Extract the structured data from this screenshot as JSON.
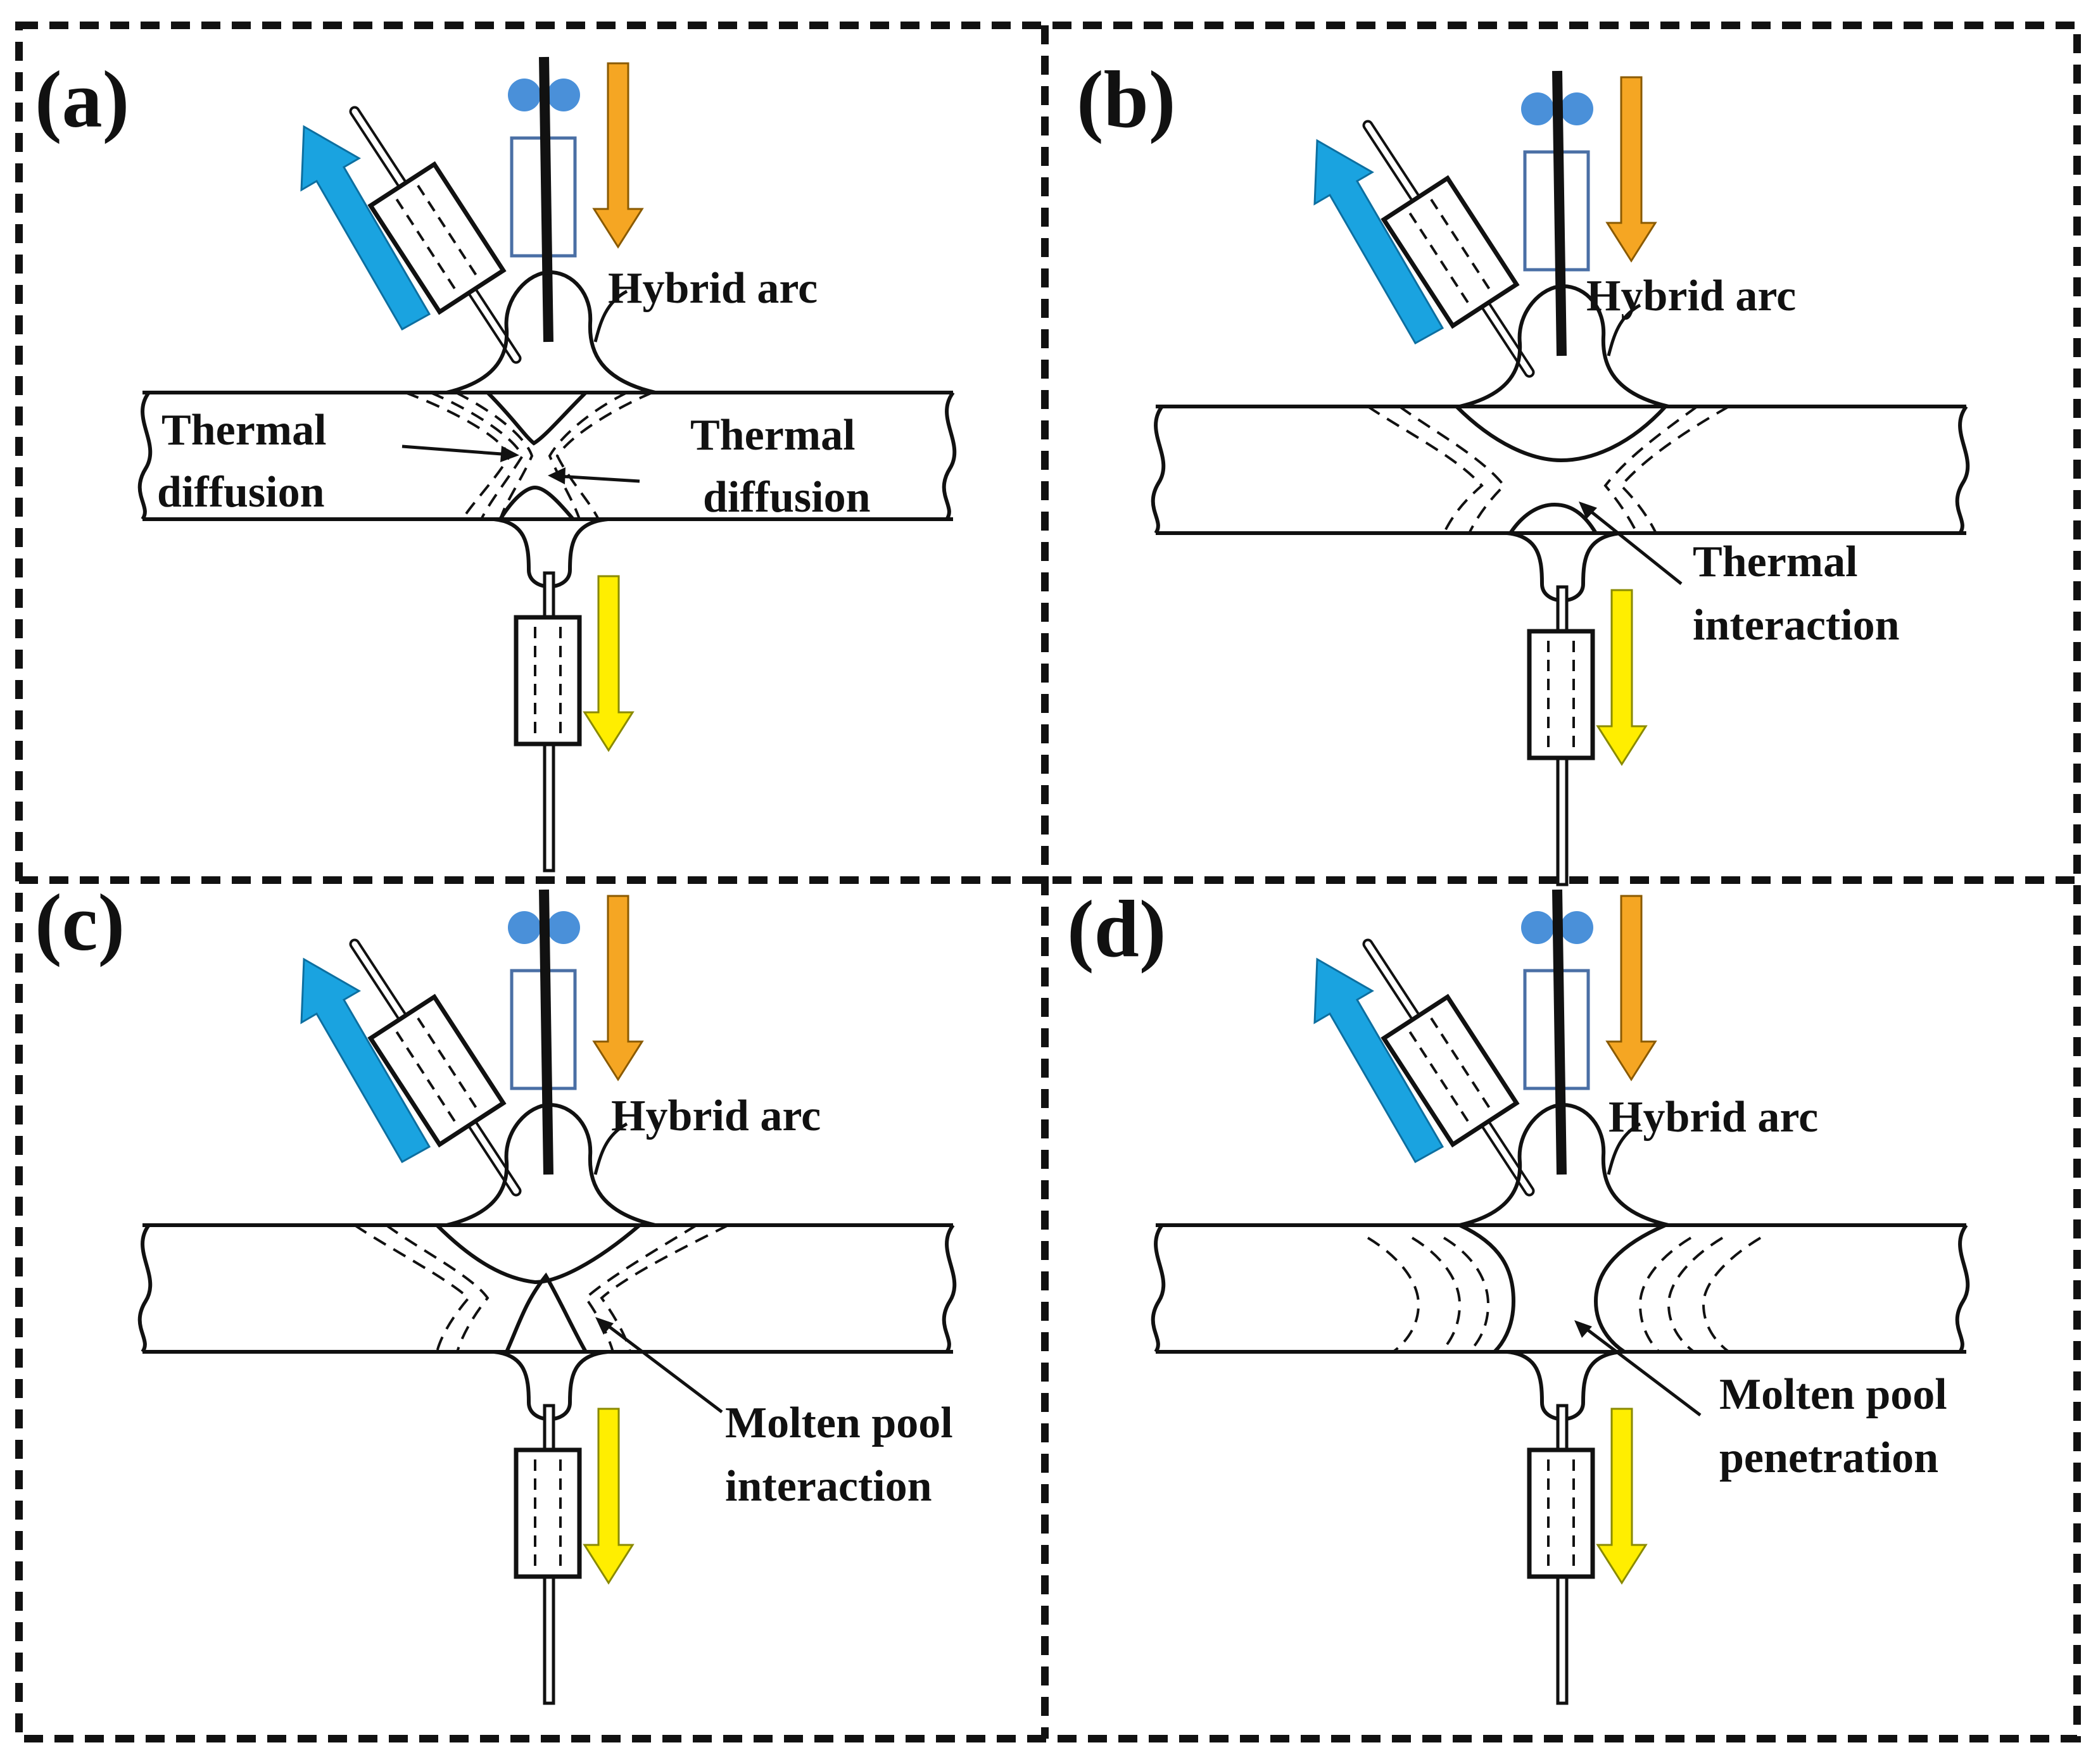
{
  "figure": {
    "panels": [
      {
        "label": "(a)",
        "annotations": {
          "arc": "Hybrid arc",
          "left_1": "Thermal",
          "left_2": "diffusion",
          "right_1": "Thermal",
          "right_2": "diffusion"
        }
      },
      {
        "label": "(b)",
        "annotations": {
          "arc": "Hybrid arc",
          "note_1": "Thermal",
          "note_2": "interaction"
        }
      },
      {
        "label": "(c)",
        "annotations": {
          "arc": "Hybrid arc",
          "note_1": "Molten pool",
          "note_2": "interaction"
        }
      },
      {
        "label": "(d)",
        "annotations": {
          "arc": "Hybrid arc",
          "note_1": "Molten pool",
          "note_2": "penetration"
        }
      }
    ],
    "colors": {
      "travel_arrow": "#1aa3e0",
      "top_wire_feed": "#f5a623",
      "bottom_wire_feed": "#ffee00",
      "wire_drive_rolls": "#4a90d9",
      "contact_tube": "#4a6fa5",
      "outline": "#111111"
    }
  }
}
